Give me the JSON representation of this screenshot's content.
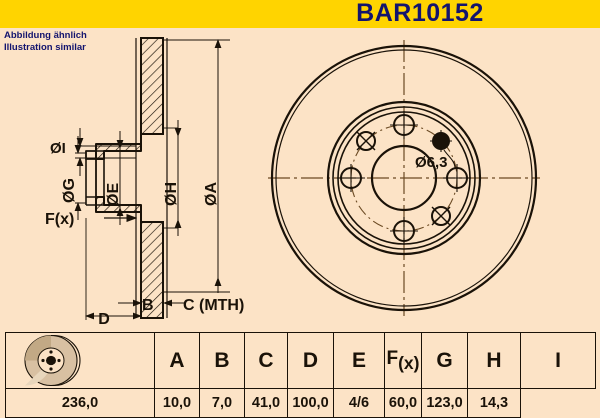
{
  "header": {
    "part_number": "BAR10152",
    "band_color": "#ffd400",
    "text_color": "#13146e"
  },
  "notes": {
    "line1": "Abbildung ähnlich",
    "line2": "Illustration similar"
  },
  "page": {
    "background_color": "#fce3c6",
    "line_color": "#1a1208",
    "centerline_color": "#6b4a23"
  },
  "drawing": {
    "section_view": {
      "labels": {
        "diameter_i": "ØI",
        "diameter_g": "ØG",
        "diameter_e": "ØE",
        "diameter_h": "ØH",
        "diameter_a": "ØA",
        "face_runout": "F(x)",
        "dim_b": "B",
        "dim_c": "C (MTH)",
        "dim_d": "D"
      }
    },
    "front_view": {
      "hole_callout": "Ø6,3"
    }
  },
  "table": {
    "thumbnail_icon": "brake-disc-icon",
    "headers": [
      "A",
      "B",
      "C",
      "D",
      "E",
      "F(x)",
      "G",
      "H",
      "I"
    ],
    "fx_header_main": "F",
    "fx_header_sub": "(x)",
    "values": [
      "236,0",
      "10,0",
      "7,0",
      "41,0",
      "100,0",
      "4/6",
      "60,0",
      "123,0",
      "14,3"
    ]
  },
  "chart_data": {
    "type": "table",
    "title": "BAR10152",
    "categories": [
      "A",
      "B",
      "C",
      "D",
      "E",
      "F(x)",
      "G",
      "H",
      "I"
    ],
    "values": [
      "236,0",
      "10,0",
      "7,0",
      "41,0",
      "100,0",
      "4/6",
      "60,0",
      "123,0",
      "14,3"
    ],
    "annotations": [
      "Ø6,3",
      "C (MTH)"
    ]
  }
}
